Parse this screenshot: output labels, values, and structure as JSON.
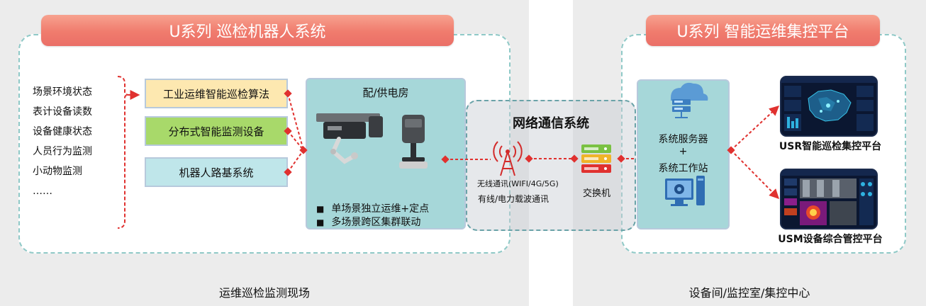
{
  "left_zone": {
    "banner": "U系列 巡检机器人系统",
    "scenes": [
      "场景环境状态",
      "表计设备读数",
      "设备健康状态",
      "人员行为监测",
      "小动物监测",
      "……"
    ],
    "modules": {
      "algorithm": "工业运维智能巡检算法",
      "monitor": "分布式智能监测设备",
      "road": "机器人路基系统"
    },
    "room": {
      "title": "配/供电房",
      "bullets": [
        "单场景独立运维+定点",
        "多场景跨区集群联动"
      ]
    },
    "zone_label": "运维巡检监测现场"
  },
  "network": {
    "title": "网络通信系统",
    "wireless": "无线通讯(WIFI/4G/5G)",
    "wired": "有线/电力载波通讯",
    "switch_label": "交换机"
  },
  "right_zone": {
    "banner": "U系列 智能运维集控平台",
    "server": {
      "line1": "系统服务器",
      "plus": "+",
      "line2": "系统工作站"
    },
    "platforms": {
      "usr": "USR智能巡检集控平台",
      "usm": "USM设备综合管控平台"
    },
    "zone_label": "设备间/监控室/集控中心"
  },
  "colors": {
    "banner": "#f07b6d",
    "connector": "#e0312f",
    "teal": "#a6d7d9",
    "algorithm_fill": "#fde8b0",
    "monitor_fill": "#a8d96a",
    "road_fill": "#bfe6ea"
  },
  "icons": [
    "robot-rail-icon",
    "camera-stand-icon",
    "antenna-icon",
    "network-switch-icon",
    "cloud-server-icon",
    "workstation-gear-icon"
  ]
}
